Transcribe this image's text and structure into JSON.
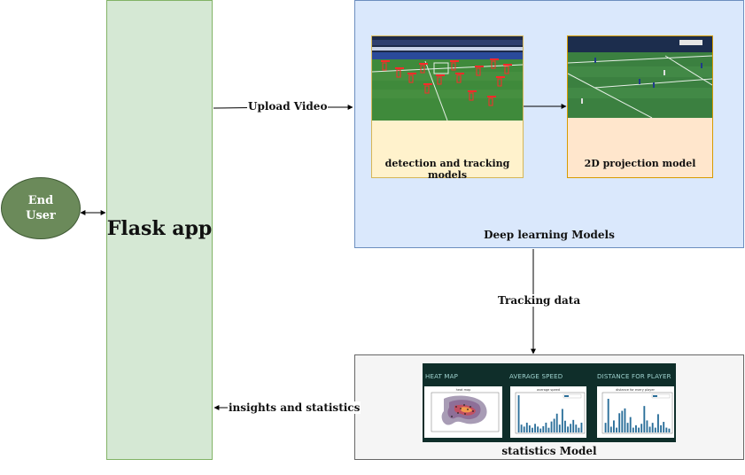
{
  "user": {
    "label_line1": "End",
    "label_line2": "User"
  },
  "flask": {
    "label": "Flask app"
  },
  "deep_learning": {
    "label": "Deep learning Models",
    "detection": {
      "label": "detection and tracking models"
    },
    "projection": {
      "label": "2D projection model"
    }
  },
  "stats": {
    "label": "statistics Model",
    "panels": [
      {
        "title": "HEAT MAP",
        "subtitle": "heat map"
      },
      {
        "title": "AVERAGE SPEED",
        "subtitle": "average speed"
      },
      {
        "title": "DISTANCE FOR PLAYER",
        "subtitle": "distance for every player"
      }
    ]
  },
  "edges": {
    "upload": "Upload Video",
    "tracking": "Tracking data",
    "insights": "insights and statistics"
  },
  "colors": {
    "flask_fill": "#d5e8d4",
    "dl_fill": "#dae8fc",
    "card_fill": "#fff2cc",
    "proj_fill": "#ffe6cc",
    "user_fill": "#6b8a5a",
    "dash_bg": "#0f2e2a",
    "bar": "#2b6f9a"
  },
  "charts": {
    "avg_speed": [
      9.5,
      2.0,
      1.5,
      2.5,
      1.8,
      1.2,
      2.2,
      1.5,
      1.0,
      1.6,
      2.5,
      1.2,
      2.8,
      3.5,
      4.8,
      2.0,
      6.0,
      3.0,
      1.5,
      2.2,
      3.2,
      2.0,
      1.2,
      2.5
    ],
    "distance": [
      2.0,
      7.0,
      1.2,
      2.5,
      1.0,
      4.0,
      4.5,
      5.0,
      2.0,
      3.2,
      1.0,
      1.5,
      1.0,
      1.8,
      5.5,
      2.5,
      1.2,
      2.0,
      1.0,
      3.8,
      1.5,
      2.2,
      1.0,
      0.8
    ]
  }
}
